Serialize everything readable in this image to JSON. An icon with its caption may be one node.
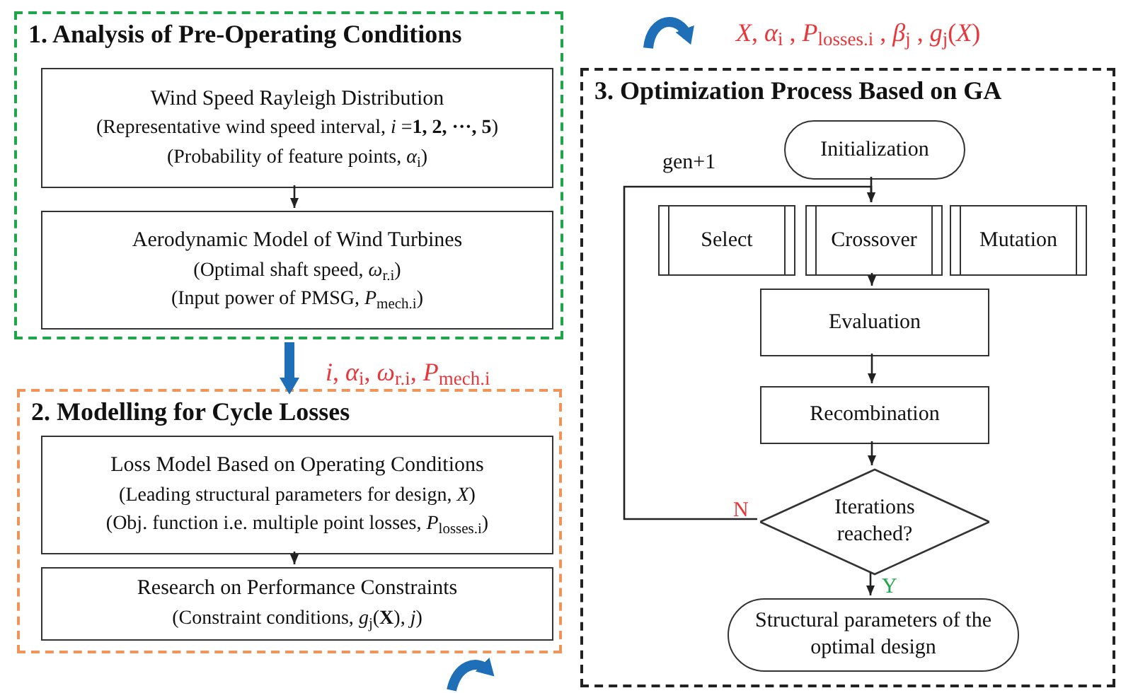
{
  "diagram": {
    "nodes": [
      {
        "text": [
          "1. Analysis of Pre-Operating Conditions"
        ]
      },
      {
        "text": [
          "Wind Speed Rayleigh Distribution",
          "(Representative wind speed interval, *i* =**1, 2, ···, 5**)",
          "(Probability of feature points, *α*$_{i}$)"
        ],
        "in": 0
      },
      {
        "text": [
          "Aerodynamic Model of Wind Turbines",
          "(Optimal shaft speed, *ω*$_{r.i}$)",
          "(Input power of PMSG, *P*$_{mech.i}$)"
        ],
        "in": 0
      },
      {
        "text": [
          "2. Modelling for Cycle Losses"
        ]
      },
      {
        "text": [
          "Loss Model Based on Operating Conditions",
          "(Leading structural parameters for design, *X*)",
          "(Obj. function i.e. multiple point losses, *P*$_{losses.i}$)"
        ],
        "in": 3
      },
      {
        "text": [
          "Research on Performance Constraints",
          "(Constraint conditions, *g*$_{j}$(**X**), *j*)"
        ],
        "in": 3
      },
      {
        "text": [
          "3. Optimization Process Based on GA"
        ]
      },
      {
        "text": [
          "Initialization"
        ],
        "in": 6
      },
      {
        "text": [
          "Select"
        ],
        "in": 6
      },
      {
        "text": [
          "Crossover"
        ],
        "in": 6
      },
      {
        "text": [
          "Mutation"
        ],
        "in": 6
      },
      {
        "text": [
          "Evaluation"
        ],
        "in": 6
      },
      {
        "text": [
          "Recombination"
        ],
        "in": 6
      },
      {
        "text": [
          "Iterations reached?"
        ],
        "in": 6
      },
      {
        "text": [
          "Structural parameters of the optimal design"
        ],
        "in": 6
      }
    ],
    "edges": [
      {
        "from": 1,
        "to": 2,
        "arrow": "to"
      },
      {
        "from": 4,
        "to": 5,
        "arrow": "to"
      },
      {
        "from": 7,
        "to": 9,
        "arrow": "to"
      },
      {
        "from": 9,
        "to": 11,
        "arrow": "to"
      },
      {
        "from": 11,
        "to": 12,
        "arrow": "to"
      },
      {
        "from": 12,
        "to": 13,
        "arrow": "to"
      },
      {
        "from": 13,
        "to": 14,
        "arrow": "to",
        "label": "Y"
      },
      {
        "from": 13,
        "to": 9,
        "arrow": "to",
        "label": "N"
      },
      {
        "from": 0,
        "to": 3,
        "arrow": "to",
        "style": "thick",
        "color": "#1e6fb8",
        "label": "*i*,  *α*$_{i}$,  *ω*$_{r.i}$,  *P*$_{mech.i}$"
      },
      {
        "from": null,
        "to": 3,
        "arrow": "to",
        "style": "thick",
        "color": "#1e6fb8"
      },
      {
        "from": null,
        "to": 6,
        "arrow": "to",
        "style": "thick",
        "color": "#1e6fb8",
        "label": "*X*, *α*$_{i}$ , *P*$_{losses.i}$ , *β*$_{j}$ , *g*$_{j}$(*X*)"
      }
    ],
    "labels": [
      "gen+1"
    ]
  }
}
